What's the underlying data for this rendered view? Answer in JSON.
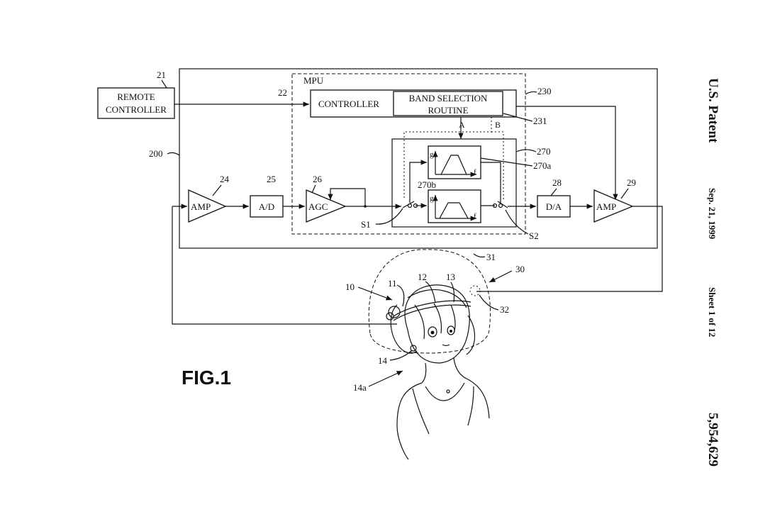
{
  "header": {
    "publisher": "U.S. Patent",
    "date": "Sep. 21, 1999",
    "sheet": "Sheet 1 of 12",
    "patent_number": "5,954,629"
  },
  "figure": {
    "label": "FIG.1",
    "blocks": {
      "remote_controller_line1": "REMOTE",
      "remote_controller_line2": "CONTROLLER",
      "mpu": "MPU",
      "controller": "CONTROLLER",
      "band_selection_line1": "BAND SELECTION",
      "band_selection_line2": "ROUTINE",
      "amp_in": "AMP",
      "ad": "A/D",
      "agc": "AGC",
      "da": "D/A",
      "amp_out": "AMP"
    },
    "signals": {
      "a": "A",
      "b": "B",
      "g1": "g",
      "f1": "f",
      "g2": "g",
      "f2": "f"
    },
    "refs": {
      "r21": "21",
      "r22": "22",
      "r200": "200",
      "r230": "230",
      "r231": "231",
      "r270": "270",
      "r270a": "270a",
      "r270b": "270b",
      "r24": "24",
      "r25": "25",
      "r26": "26",
      "r28": "28",
      "r29": "29",
      "s1": "S1",
      "s2": "S2",
      "r31": "31",
      "r30": "30",
      "r32": "32",
      "r10": "10",
      "r11": "11",
      "r12": "12",
      "r13": "13",
      "r14": "14",
      "r14a": "14a"
    }
  }
}
